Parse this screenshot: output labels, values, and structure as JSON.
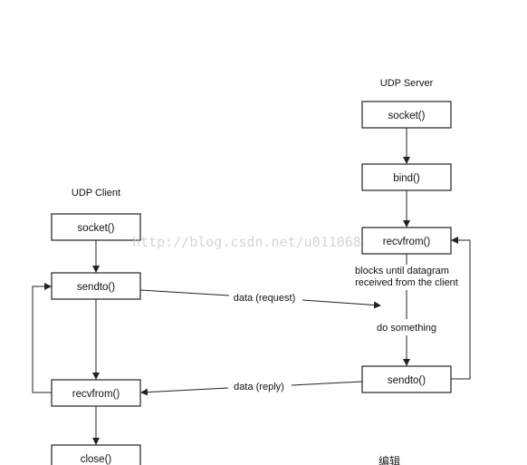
{
  "server": {
    "title": "UDP Server",
    "socket_label": "socket()",
    "bind_label": "bind()",
    "recvfrom_label": "recvfrom()",
    "sendto_label": "sendto()",
    "blocks_line1": "blocks until datagram",
    "blocks_line2": "received from the client",
    "do_something": "do something"
  },
  "client": {
    "title": "UDP Client",
    "socket_label": "socket()",
    "sendto_label": "sendto()",
    "recvfrom_label": "recvfrom()",
    "close_label": "close()"
  },
  "messages": {
    "request": "data (request)",
    "reply": "data (reply)"
  },
  "watermark": "http://blog.csdn.net/u011068",
  "corner_mark": "编辑"
}
